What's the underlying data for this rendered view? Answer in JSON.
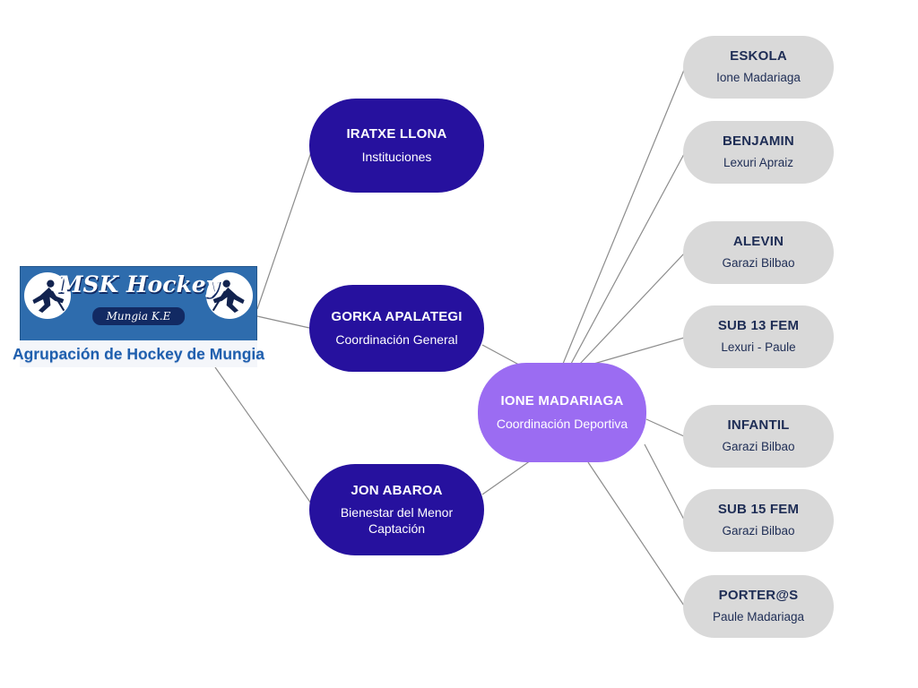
{
  "logo": {
    "title": "MSK Hockey",
    "ribbon": "Mungia K.E",
    "banner": "Agrupación de Hockey de Mungia"
  },
  "staff": {
    "iratxe": {
      "title": "IRATXE LLONA",
      "subtitle": "Instituciones"
    },
    "gorka": {
      "title": "GORKA APALATEGI",
      "subtitle": "Coordinación General"
    },
    "jon": {
      "title": "JON ABAROA",
      "subtitle": "Bienestar del Menor Captación"
    },
    "ione": {
      "title": "IONE MADARIAGA",
      "subtitle": "Coordinación Deportiva"
    }
  },
  "teams": [
    {
      "title": "ESKOLA",
      "subtitle": "Ione Madariaga"
    },
    {
      "title": "BENJAMIN",
      "subtitle": "Lexuri Apraiz"
    },
    {
      "title": "ALEVIN",
      "subtitle": "Garazi Bilbao"
    },
    {
      "title": "SUB 13 FEM",
      "subtitle": "Lexuri - Paule"
    },
    {
      "title": "INFANTIL",
      "subtitle": "Garazi Bilbao"
    },
    {
      "title": "SUB 15 FEM",
      "subtitle": "Garazi Bilbao"
    },
    {
      "title": "PORTER@S",
      "subtitle": "Paule Madariaga"
    }
  ],
  "colors": {
    "node_navy": "#26119e",
    "node_purple": "#9b6cf2",
    "node_gray": "#d9d9d9",
    "gray_text": "#1e2d55",
    "logo_blue": "#2e6cad",
    "logo_ribbon_navy": "#122a63",
    "connector_gray": "#8c8c8c"
  }
}
